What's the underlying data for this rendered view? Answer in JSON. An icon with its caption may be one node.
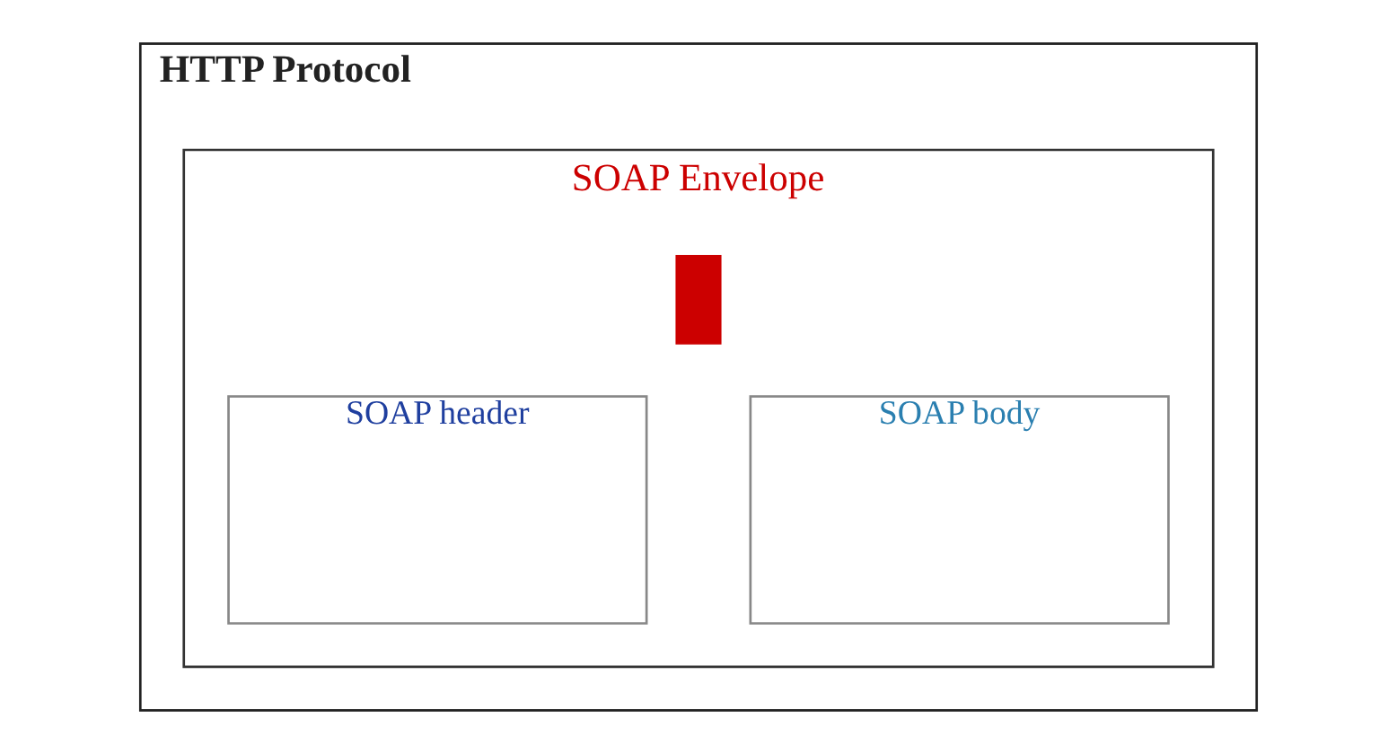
{
  "diagram": {
    "nodes": [
      {
        "text": [
          "HTTP Protocol"
        ]
      },
      {
        "text": [
          "SOAP Envelope"
        ],
        "in": 0
      },
      {
        "text": [],
        "shape": "box",
        "in": 1
      },
      {
        "text": [
          "SOAP header"
        ],
        "in": 1
      },
      {
        "text": [
          "SOAP body"
        ],
        "in": 1
      }
    ]
  }
}
